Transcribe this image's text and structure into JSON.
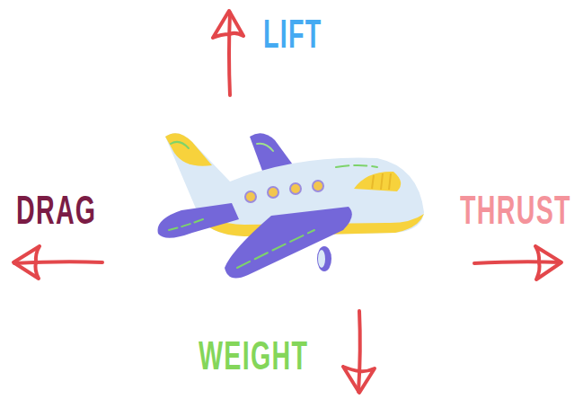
{
  "diagram": {
    "labels": [
      "LIFT",
      "DRAG",
      "THRUST",
      "WEIGHT"
    ]
  }
}
